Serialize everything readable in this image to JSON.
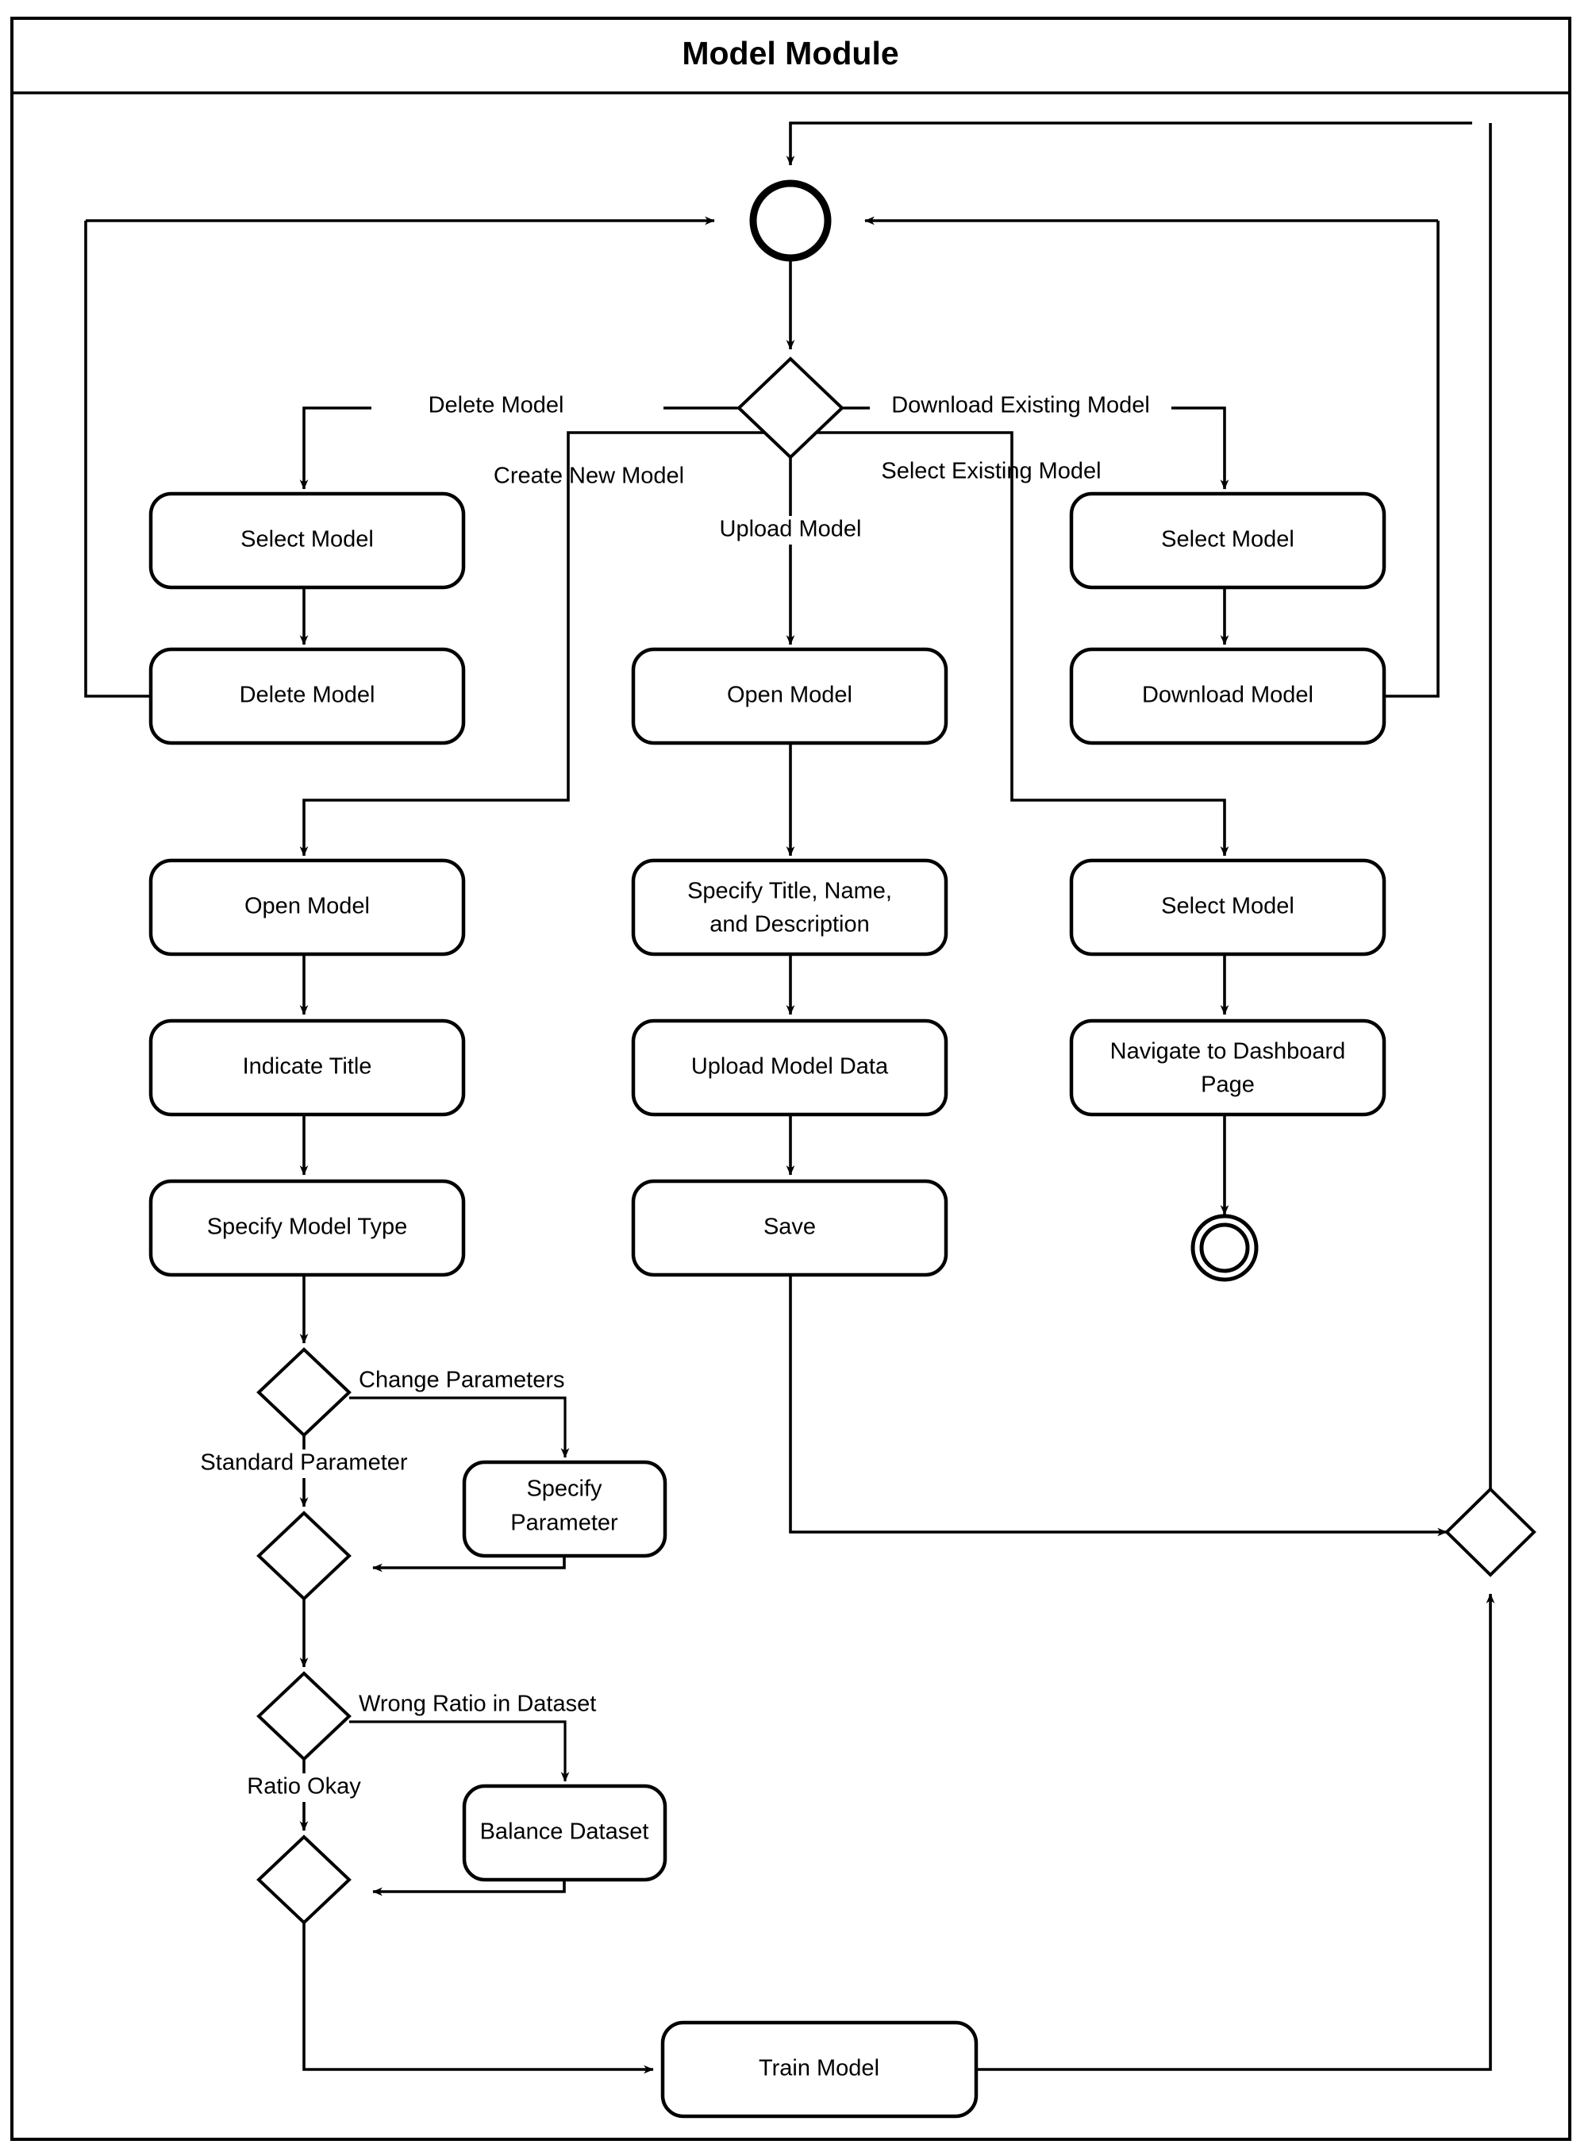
{
  "diagram": {
    "title": "Model Module",
    "type": "uml-activity-diagram",
    "nodes": {
      "start": {
        "kind": "initial-node",
        "label": ""
      },
      "end": {
        "kind": "final-node",
        "label": ""
      },
      "main_decision": {
        "kind": "decision",
        "label": ""
      },
      "param_decision": {
        "kind": "decision",
        "label": ""
      },
      "param_merge": {
        "kind": "merge",
        "label": ""
      },
      "ratio_decision": {
        "kind": "decision",
        "label": ""
      },
      "ratio_merge": {
        "kind": "merge",
        "label": ""
      },
      "right_merge": {
        "kind": "merge",
        "label": ""
      }
    },
    "activities": {
      "select_model_delete": "Select Model",
      "delete_model": "Delete Model",
      "open_model_create": "Open Model",
      "indicate_title": "Indicate Title",
      "specify_model_type": "Specify Model Type",
      "specify_parameter": "Specify Parameter",
      "specify_parameter_line1": "Specify",
      "specify_parameter_line2": "Parameter",
      "balance_dataset": "Balance Dataset",
      "train_model": "Train Model",
      "open_model_upload": "Open Model",
      "specify_title_name_desc_line1": "Specify Title, Name,",
      "specify_title_name_desc_line2": "and Description",
      "upload_model_data": "Upload Model Data",
      "save": "Save",
      "select_model_download": "Select Model",
      "download_model": "Download Model",
      "select_model_existing": "Select Model",
      "navigate_dashboard_line1": "Navigate to Dashboard",
      "navigate_dashboard_line2": "Page"
    },
    "edge_labels": {
      "delete_model": "Delete Model",
      "download_existing_model": "Download Existing Model",
      "create_new_model": "Create New Model",
      "select_existing_model": "Select Existing Model",
      "upload_model": "Upload Model",
      "change_parameters": "Change Parameters",
      "standard_parameter": "Standard Parameter",
      "wrong_ratio_in_dataset": "Wrong Ratio in Dataset",
      "ratio_okay": "Ratio Okay"
    },
    "colors": {
      "stroke": "#000000",
      "fill": "#ffffff",
      "text": "#000000"
    }
  }
}
